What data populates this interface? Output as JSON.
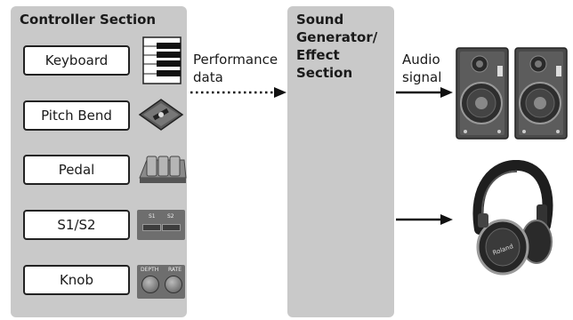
{
  "controller_section": {
    "title": "Controller Section",
    "items": [
      {
        "label": "Keyboard",
        "icon": "keyboard-icon"
      },
      {
        "label": "Pitch Bend",
        "icon": "pitch-bend-icon"
      },
      {
        "label": "Pedal",
        "icon": "pedal-icon"
      },
      {
        "label": "S1/S2",
        "icon": "s1-s2-buttons-icon"
      },
      {
        "label": "Knob",
        "icon": "knob-icon"
      }
    ],
    "s_buttons": [
      "S1",
      "S2"
    ],
    "knob_labels": [
      "DEPTH",
      "RATE"
    ]
  },
  "generator_section": {
    "title": "Sound\nGenerator/\nEffect\nSection"
  },
  "connections": {
    "performance_data": "Performance\ndata",
    "audio_signal": "Audio\nsignal"
  },
  "outputs": {
    "speakers_icon": "speakers-icon",
    "headphones_icon": "headphones-icon",
    "headphones_brand": "Roland"
  }
}
